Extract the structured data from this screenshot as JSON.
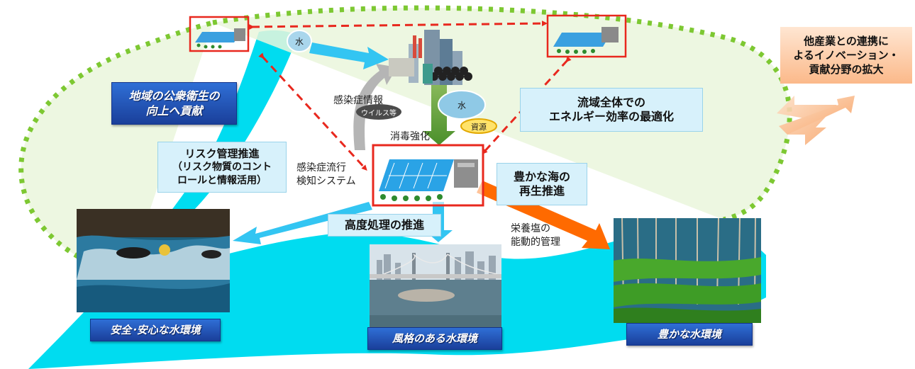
{
  "labels": {
    "water": "水",
    "water2": "水",
    "resource": "資源",
    "virus": "ウイルス等",
    "infection_info": "感染症情報",
    "disinfection": "消毒強化",
    "epidemic_line1": "感染症流行",
    "epidemic_line2": "検知システム",
    "nutrient_line1": "栄養塩の",
    "nutrient_line2": "能動的管理"
  },
  "boxes": {
    "industry_line1": "他産業との連携に",
    "industry_line2": "よるイノベーション・",
    "industry_line3": "貢献分野の拡大",
    "energy_line1": "流域全体での",
    "energy_line2": "エネルギー効率の最適化",
    "risk_line1": "リスク管理推進",
    "risk_line2": "（リスク物質のコント",
    "risk_line3": "ロールと情報活用）",
    "sea_line1": "豊かな海の",
    "sea_line2": "再生推進",
    "advanced": "高度処理の推進"
  },
  "banners": {
    "public_health_line1": "地域の公衆衛生の",
    "public_health_line2": "向上へ貢献",
    "safe": "安全･安心な水環境",
    "dignified": "風格のある水環境",
    "rich": "豊かな水環境"
  },
  "colors": {
    "river": "#00dcf0",
    "dotted_border": "#7dc832",
    "red_dashed": "#e8281e",
    "orange_arrow": "#ff6a00",
    "cyan_arrow": "#33c5f2",
    "banner_blue": "#1e4fb8"
  }
}
